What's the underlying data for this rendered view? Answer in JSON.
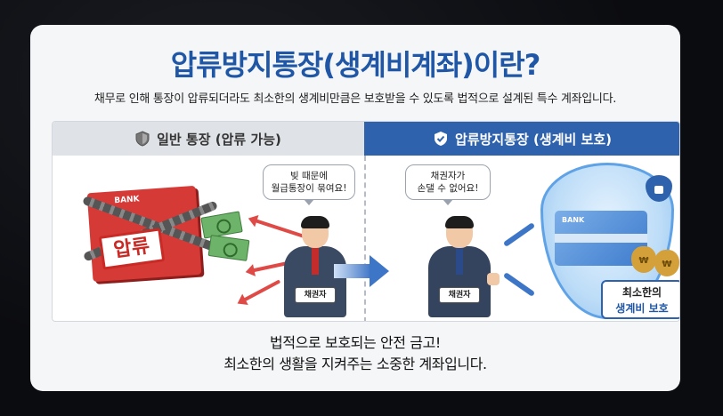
{
  "title": "압류방지통장(생계비계좌)이란?",
  "subtitle": "채무로 인해 통장이 압류되더라도 최소한의 생계비만큼은 보호받을 수 있도록 법적으로 설계된 특수 계좌입니다.",
  "left_panel": {
    "header": "일반 통장 (압류 가능)",
    "header_icon": "shield-outline-icon",
    "bubble": "빚 때문에\n월급통장이 묶여요!",
    "book_label": "BANK",
    "stamp": "압류",
    "badge": "채권자"
  },
  "right_panel": {
    "header": "압류방지통장 (생계비 보호)",
    "header_icon": "shield-check-icon",
    "bubble": "채권자가\n손댈 수 없어요!",
    "badge": "채권자",
    "card_label": "BANK",
    "money_symbol": "₩",
    "protect_line1": "최소한의",
    "protect_line2": "생계비 보호"
  },
  "bottom": {
    "line1": "법적으로 보호되는 안전 금고!",
    "line2": "최소한의 생활을 지켜주는 소중한 계좌입니다."
  },
  "colors": {
    "accent": "#1f57a6",
    "header_blue": "#2f62ad",
    "danger": "#d63a36"
  }
}
